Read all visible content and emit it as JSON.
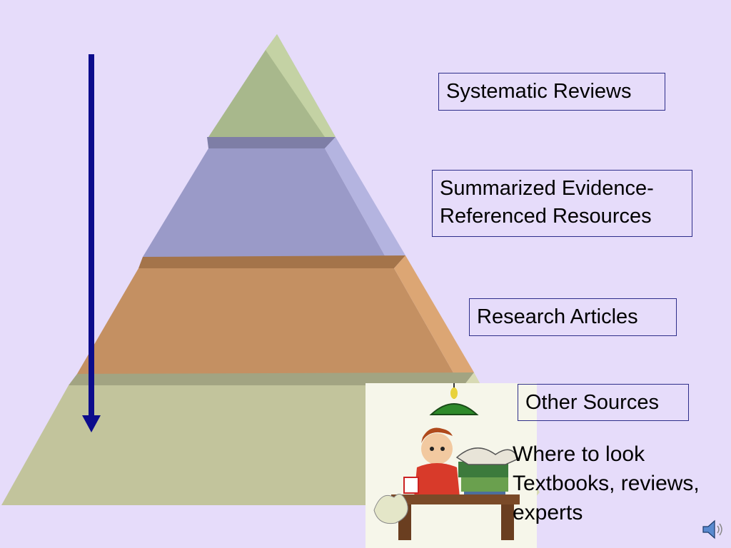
{
  "labels": {
    "systematic_reviews": "Systematic Reviews",
    "summarized_line1": "Summarized Evidence-",
    "summarized_line2": "Referenced Resources",
    "research_articles": "Research Articles",
    "other_sources": "Other Sources"
  },
  "where_to_look": {
    "line1": "Where to look",
    "line2": "Textbooks, reviews,",
    "line3": "experts"
  },
  "colors": {
    "background": "#e6dcfa",
    "tier1": "#a8b88c",
    "tier2": "#9a9ac8",
    "tier3": "#c49062",
    "tier4": "#c2c49c",
    "arrow": "#0c0c8c"
  },
  "icons": {
    "arrow": "down-arrow-icon",
    "speaker": "speaker-icon",
    "cartoon": "student-studying-illustration"
  }
}
